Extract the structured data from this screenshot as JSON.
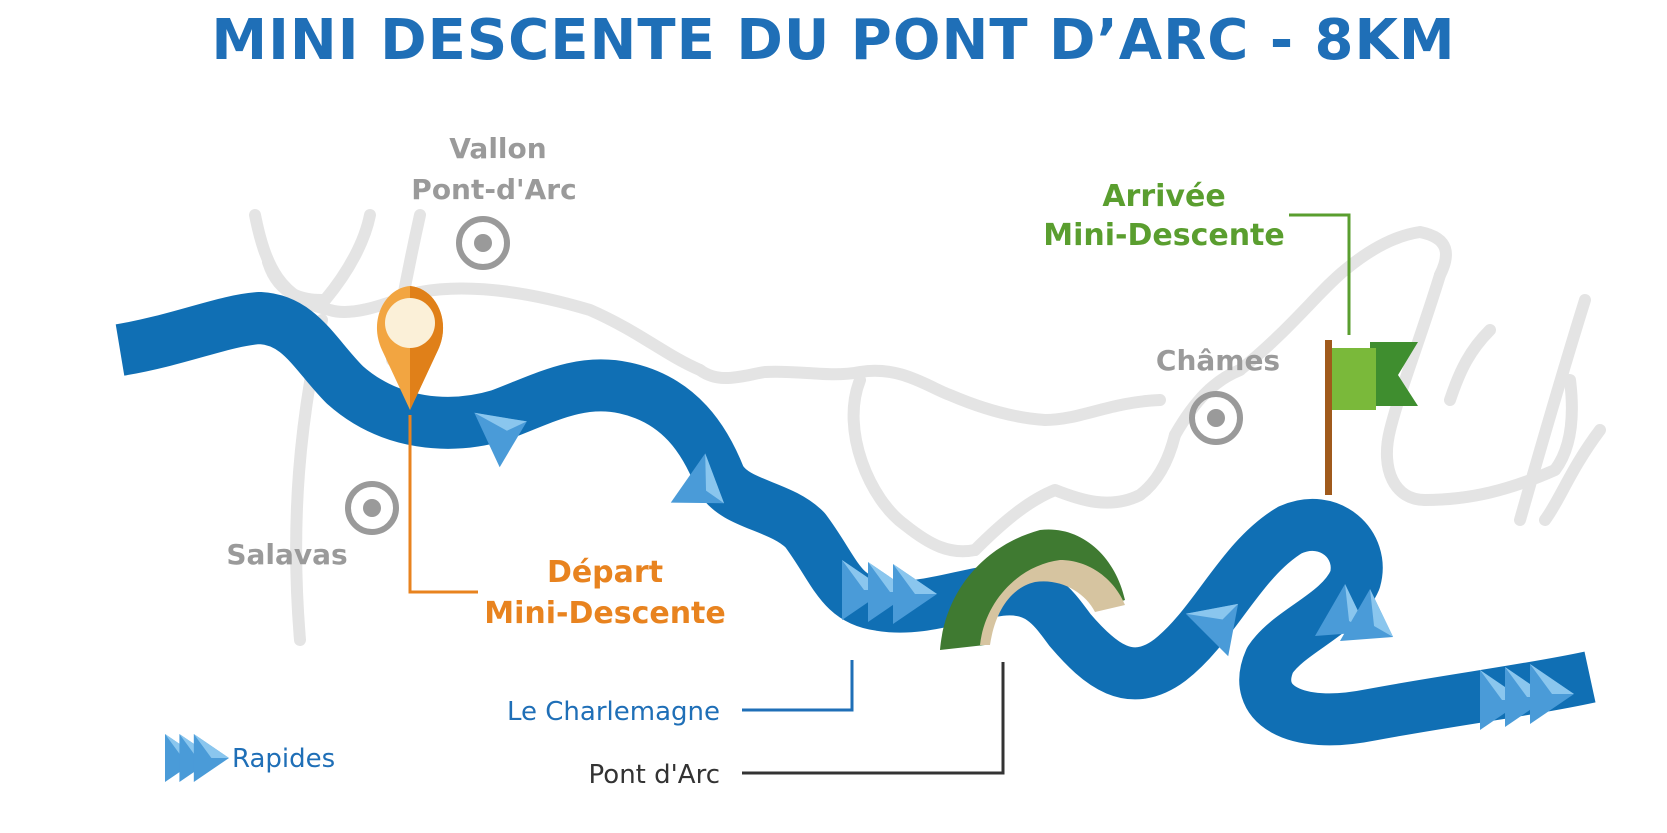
{
  "title": "MINI DESCENTE DU PONT D’ARC - 8KM",
  "places": {
    "vallon_line1": "Vallon",
    "vallon_line2": "Pont-d'Arc",
    "salavas": "Salavas",
    "chames": "Châmes"
  },
  "start": {
    "line1": "Départ",
    "line2": "Mini-Descente"
  },
  "finish": {
    "line1": "Arrivée",
    "line2": "Mini-Descente"
  },
  "callouts": {
    "charlemagne": "Le Charlemagne",
    "pont_arc": "Pont d'Arc"
  },
  "legend": {
    "rapids_label": "Rapides"
  },
  "colors": {
    "title": "#1f6fb7",
    "river": "#106fb4",
    "roads": "#e4e4e4",
    "place": "#9a9a9a",
    "start": "#e8831f",
    "finish": "#5a9e2f",
    "rapids": "#6cb4e3"
  },
  "icons": {
    "start_marker": "map-pin-icon",
    "finish_marker": "flag-icon",
    "place_marker": "target-icon",
    "rapids": "chevron-arrows-icon",
    "bridge": "stone-arch-icon"
  }
}
